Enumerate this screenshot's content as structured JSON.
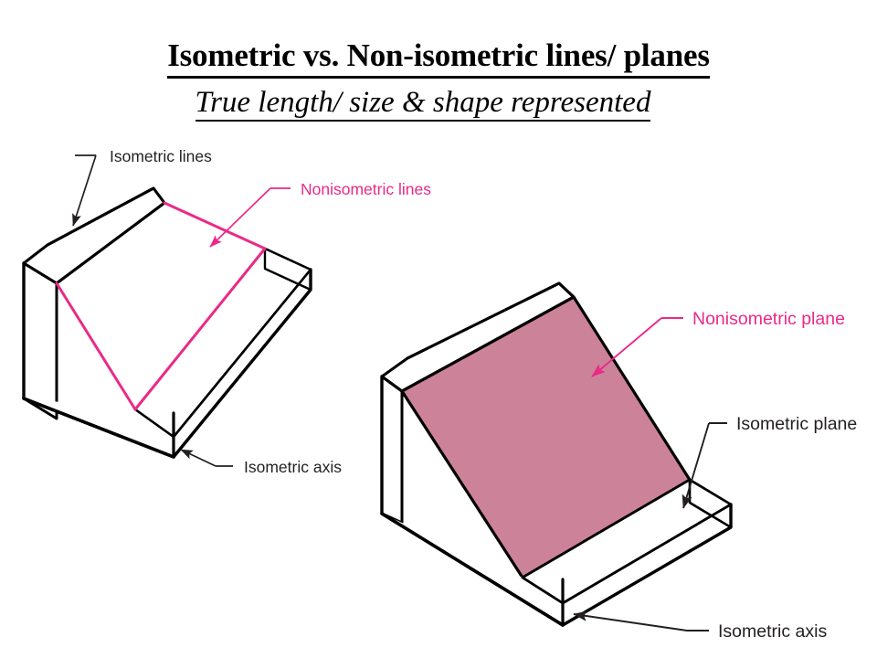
{
  "slide": {
    "title": "Isometric vs. Non-isometric lines/ planes",
    "subtitle": "True length/ size & shape represented",
    "background_color": "#ffffff"
  },
  "colors": {
    "line_black": "#000000",
    "label_text": "#231f20",
    "nonisometric_pink": "#ea2a87",
    "nonisometric_plane_fill": "#cc8399",
    "nonisometric_plane_stroke": "#000000"
  },
  "figures": [
    {
      "id": "left-figure",
      "name": "isometric-wedge-lines-diagram",
      "description": "Isometric drawing of an inclined wedge block showing isometric and nonisometric lines",
      "labels": [
        {
          "key": "isometric_lines",
          "text": "Isometric lines",
          "color": "#231f20"
        },
        {
          "key": "nonisometric_lines",
          "text": "Nonisometric lines",
          "color": "#ea2a87"
        },
        {
          "key": "isometric_axis",
          "text": "Isometric axis",
          "color": "#231f20"
        }
      ]
    },
    {
      "id": "right-figure",
      "name": "isometric-wedge-planes-diagram",
      "description": "Isometric drawing of an inclined wedge block with a shaded nonisometric plane",
      "labels": [
        {
          "key": "nonisometric_plane",
          "text": "Nonisometric plane",
          "color": "#ea2a87"
        },
        {
          "key": "isometric_plane",
          "text": "Isometric plane",
          "color": "#231f20"
        },
        {
          "key": "isometric_axis",
          "text": "Isometric axis",
          "color": "#231f20"
        }
      ]
    }
  ],
  "left_figure": {
    "label_isometric_lines": "Isometric lines",
    "label_nonisometric_lines": "Nonisometric lines",
    "label_isometric_axis": "Isometric axis"
  },
  "right_figure": {
    "label_nonisometric_plane": "Nonisometric plane",
    "label_isometric_plane": "Isometric plane",
    "label_isometric_axis": "Isometric axis"
  }
}
